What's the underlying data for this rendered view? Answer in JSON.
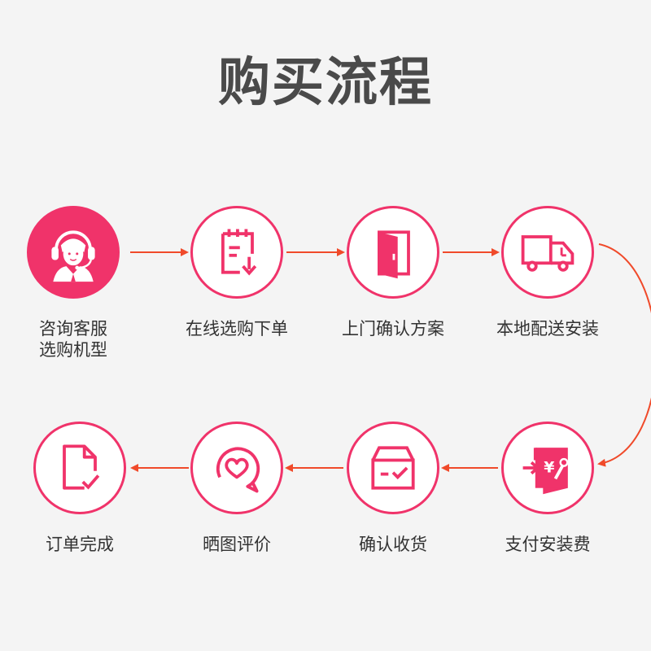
{
  "title": "购买流程",
  "colors": {
    "accent": "#f0336a",
    "arrow": "#f04a2a",
    "text": "#333333",
    "title": "#4a4a4a",
    "background": "#f4f4f4"
  },
  "steps": [
    {
      "icon": "customer-service-icon",
      "lines": [
        "咨询客服",
        "选购机型"
      ]
    },
    {
      "icon": "clipboard-download-icon",
      "lines": [
        "在线选购下单"
      ]
    },
    {
      "icon": "door-icon",
      "lines": [
        "上门确认方案"
      ]
    },
    {
      "icon": "delivery-truck-icon",
      "lines": [
        "本地配送安装"
      ]
    },
    {
      "icon": "payment-wrench-icon",
      "lines": [
        "支付安装费"
      ]
    },
    {
      "icon": "box-check-icon",
      "lines": [
        "确认收货"
      ]
    },
    {
      "icon": "heart-chat-icon",
      "lines": [
        "晒图评价"
      ]
    },
    {
      "icon": "document-check-icon",
      "lines": [
        "订单完成"
      ]
    }
  ]
}
